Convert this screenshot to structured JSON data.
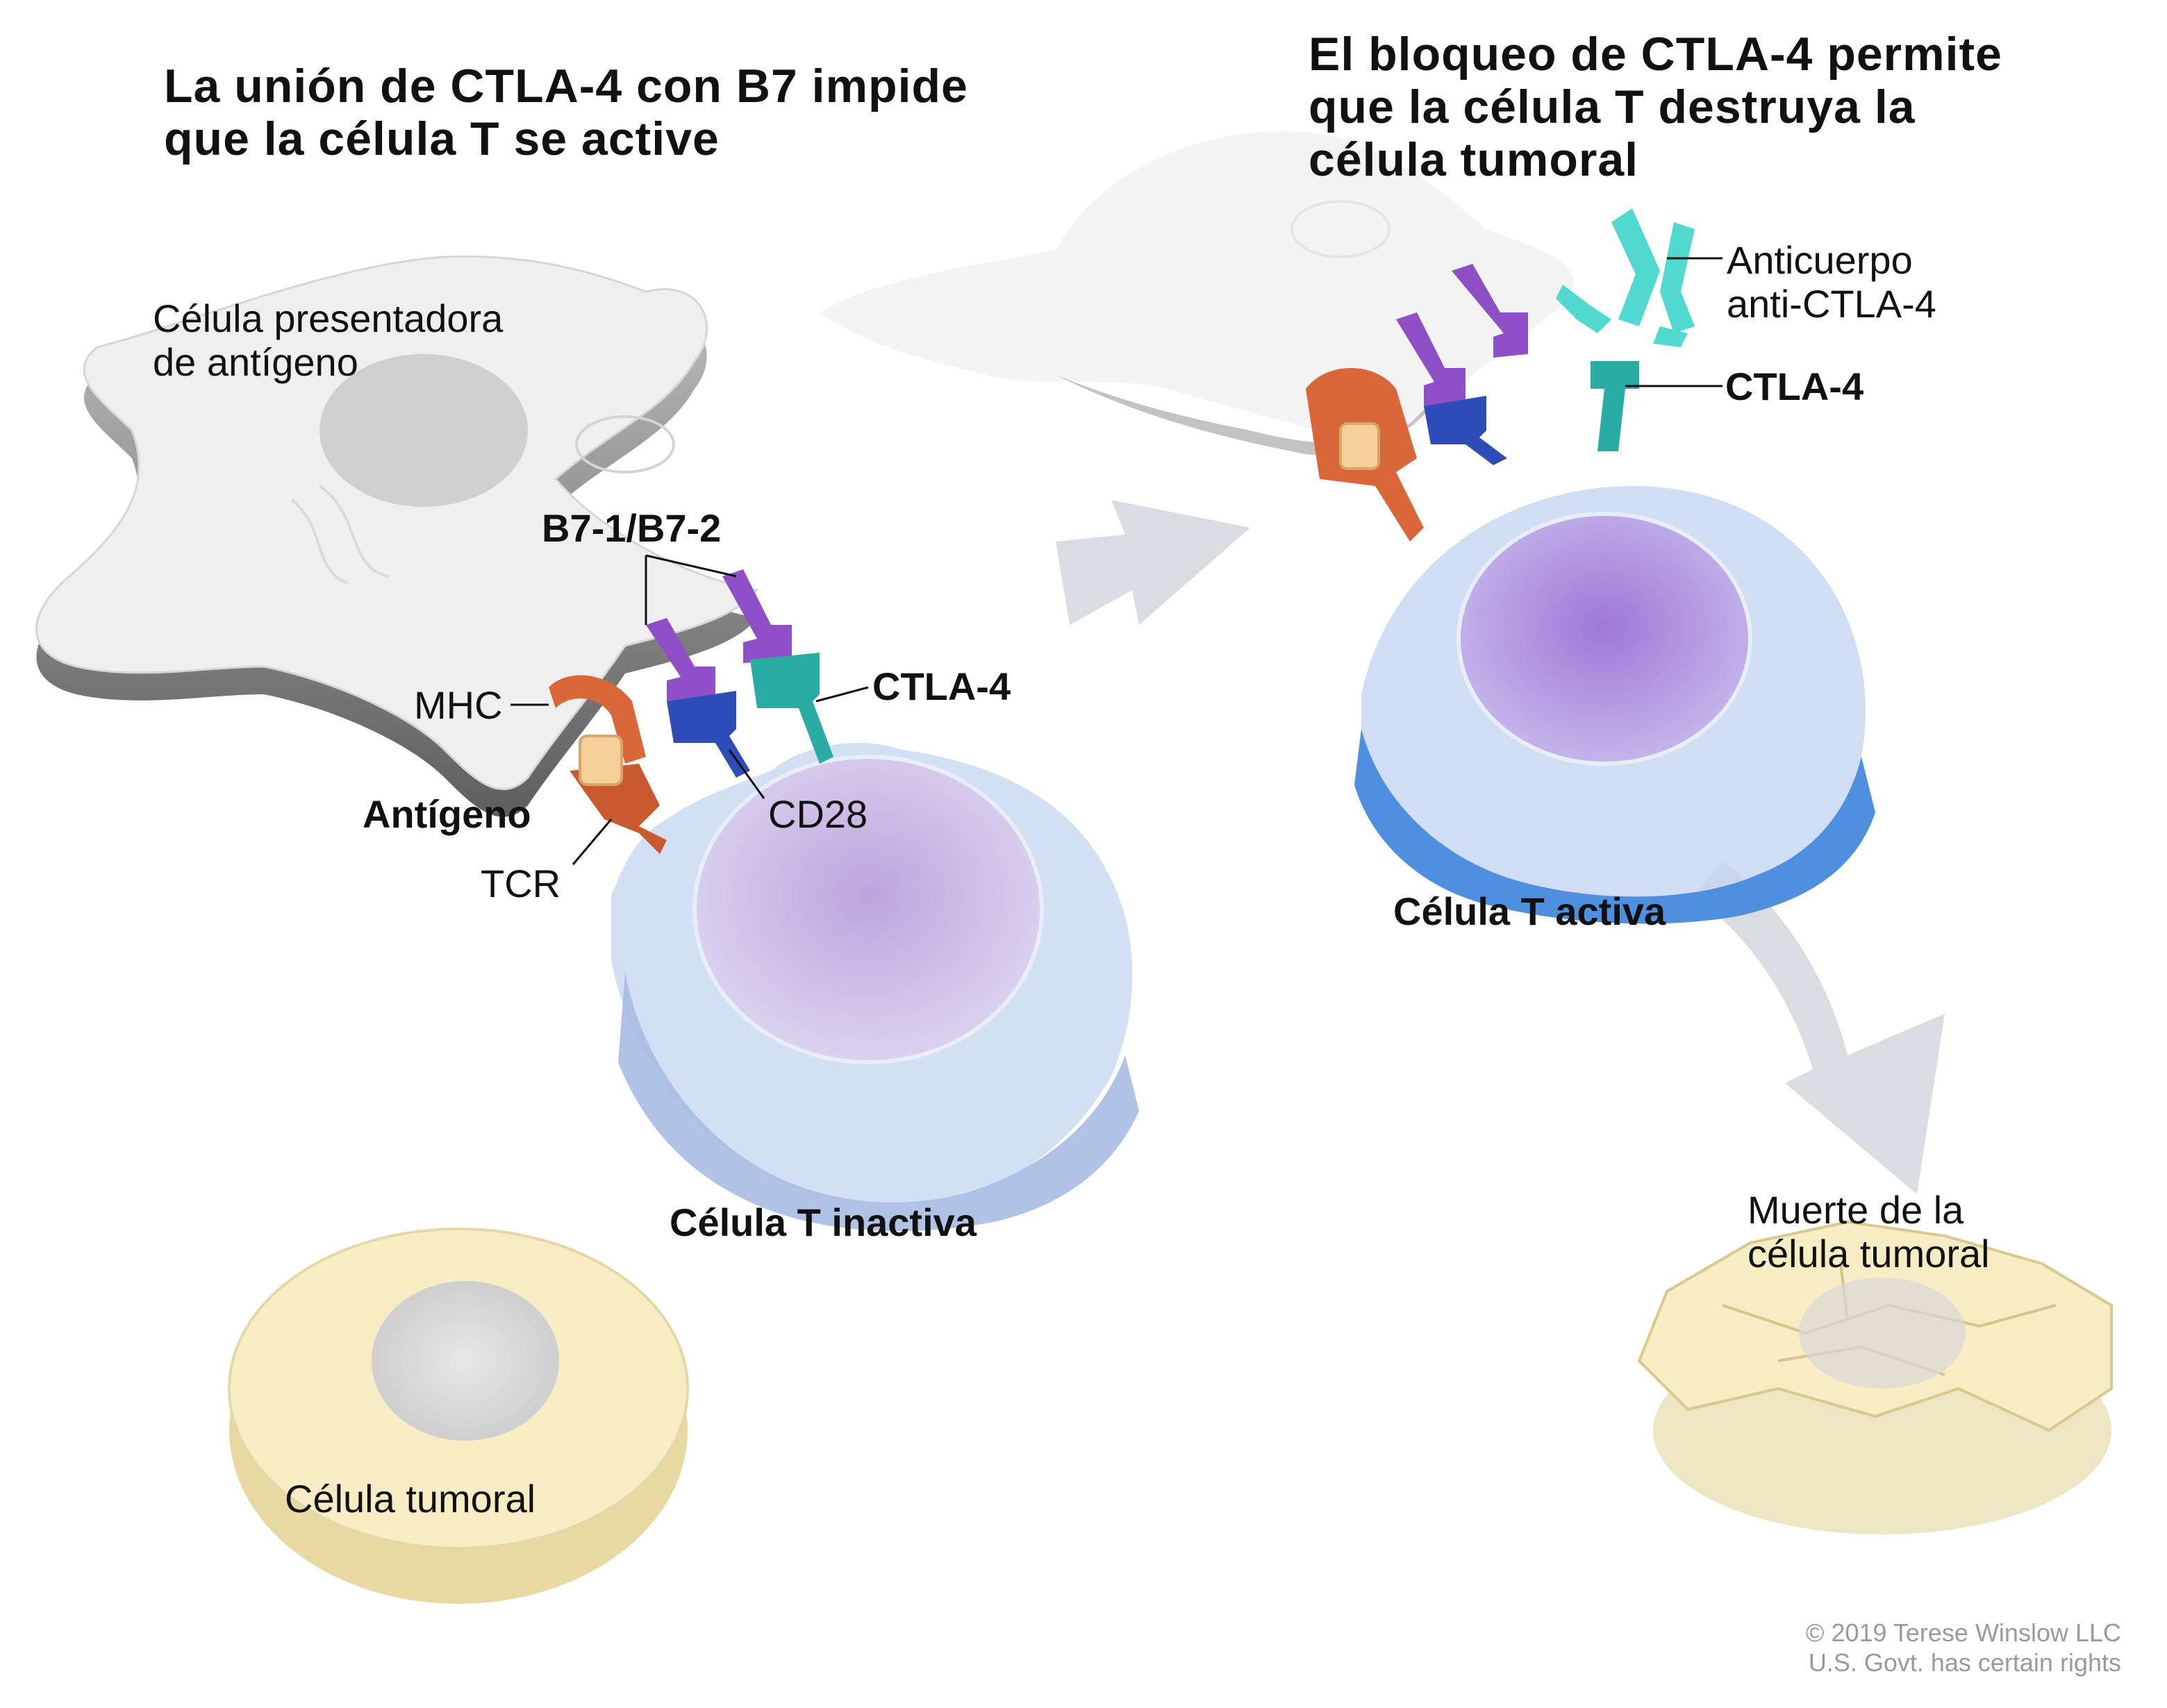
{
  "left_title": "La unión de CTLA-4 con B7 impide\nque la célula T se active",
  "right_title": "El bloqueo de CTLA-4 permite\nque la célula T destruya la\ncélula tumoral",
  "labels": {
    "apc": "Célula presentadora\nde antígeno",
    "b7": "B7-1/B7-2",
    "mhc": "MHC",
    "ctla4_left": "CTLA-4",
    "antigen": "Antígeno",
    "cd28": "CD28",
    "tcr": "TCR",
    "t_inactive": "Célula T inactiva",
    "tumor": "Célula tumoral",
    "antibody": "Anticuerpo\nanti-CTLA-4",
    "ctla4_right": "CTLA-4",
    "t_active": "Célula T activa",
    "tumor_death": "Muerte de la\ncélula tumoral"
  },
  "credit": "© 2019 Terese Winslow LLC\nU.S. Govt. has certain rights",
  "colors": {
    "apc_fill": "#eeeeee",
    "apc_shadow": "#8a8a8a",
    "tcell_membrane": "#a9c7f2",
    "tcell_skirt_inactive": "#a7bde4",
    "tcell_skirt_active": "#4f8fe0",
    "nucleus_inactive": "#c9b9e6",
    "nucleus_active": "#a88ad9",
    "b7_purple": "#8f4fc7",
    "cd28_blue": "#2f4db8",
    "ctla4_teal": "#2aaba4",
    "antibody_teal": "#4fd9cf",
    "tcr_orange": "#d9673a",
    "antigen_tan": "#f4cf98",
    "tumor_cream": "#f7ecc3",
    "arrow_gray": "#d9dde2"
  }
}
